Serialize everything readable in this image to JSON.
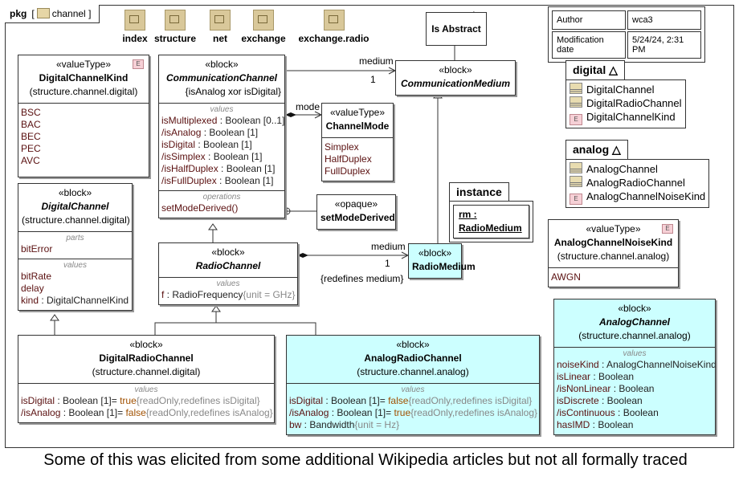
{
  "frame": {
    "kind": "pkg",
    "name": "channel"
  },
  "packages": [
    "index",
    "structure",
    "net",
    "exchange",
    "exchange.radio"
  ],
  "note": {
    "text": "Is Abstract"
  },
  "meta": [
    {
      "key": "Author",
      "value": "wca3"
    },
    {
      "key": "Modification date",
      "value": "5/24/24, 2:31 PM"
    }
  ],
  "legend_packages": [
    {
      "name": "digital",
      "members": [
        {
          "icon": "block",
          "name": "DigitalChannel"
        },
        {
          "icon": "enum",
          "name": "DigitalRadioChannel",
          "iconOverride": "block"
        },
        {
          "icon": "enum",
          "name": "DigitalChannelKind"
        }
      ]
    },
    {
      "name": "analog",
      "members": [
        {
          "icon": "block",
          "name": "AnalogChannel"
        },
        {
          "icon": "block",
          "name": "AnalogRadioChannel"
        },
        {
          "icon": "enum",
          "name": "AnalogChannelNoiseKind"
        }
      ]
    }
  ],
  "instance": {
    "tab": "instance",
    "spec": "rm : RadioMedium"
  },
  "blocks": {
    "DigitalChannelKind": {
      "stereotype": "«valueType»",
      "name": "DigitalChannelKind",
      "enum": true,
      "context": "(structure.channel.digital)",
      "compartments": [
        {
          "label": "",
          "items": [
            {
              "n": "BSC"
            },
            {
              "n": "BAC"
            },
            {
              "n": "BEC"
            },
            {
              "n": "PEC"
            },
            {
              "n": "AVC"
            }
          ]
        }
      ]
    },
    "CommunicationChannel": {
      "stereotype": "«block»",
      "name": "CommunicationChannel",
      "abstract": true,
      "constraint": "{isAnalog xor isDigital}",
      "compartments": [
        {
          "label": "values",
          "items": [
            {
              "n": "isMultiplexed",
              "t": " : Boolean [0..1]"
            },
            {
              "n": "/isAnalog",
              "t": " : Boolean [1]"
            },
            {
              "n": "isDigital",
              "t": " : Boolean [1]"
            },
            {
              "n": "/isSimplex",
              "t": " : Boolean [1]"
            },
            {
              "n": "/isHalfDuplex",
              "t": " : Boolean [1]"
            },
            {
              "n": "/isFullDuplex",
              "t": " : Boolean [1]"
            }
          ]
        },
        {
          "label": "operations",
          "items": [
            {
              "n": "setModeDerived()"
            }
          ]
        }
      ]
    },
    "ChannelMode": {
      "stereotype": "«valueType»",
      "name": "ChannelMode",
      "compartments": [
        {
          "label": "",
          "items": [
            {
              "n": "Simplex"
            },
            {
              "n": "HalfDuplex"
            },
            {
              "n": "FullDuplex"
            }
          ]
        }
      ]
    },
    "CommunicationMedium": {
      "stereotype": "«block»",
      "name": "CommunicationMedium",
      "abstract": true,
      "compartments": []
    },
    "DigitalChannel": {
      "stereotype": "«block»",
      "name": "DigitalChannel",
      "abstract": true,
      "context": "(structure.channel.digital)",
      "compartments": [
        {
          "label": "parts",
          "items": [
            {
              "n": "bitError"
            }
          ]
        },
        {
          "label": "values",
          "items": [
            {
              "n": "bitRate"
            },
            {
              "n": "delay"
            },
            {
              "n": "kind",
              "t": " : DigitalChannelKind"
            }
          ]
        }
      ]
    },
    "setModeDerived": {
      "stereotype": "«opaque»",
      "name": "setModeDerived",
      "compartments": []
    },
    "RadioChannel": {
      "stereotype": "«block»",
      "name": "RadioChannel",
      "abstract": true,
      "compartments": [
        {
          "label": "values",
          "items": [
            {
              "n": "f",
              "t": " : RadioFrequency",
              "p": "{unit = GHz}"
            }
          ]
        }
      ]
    },
    "RadioMedium": {
      "stereotype": "«block»",
      "name": "RadioMedium",
      "cyan": true,
      "compartments": []
    },
    "AnalogChannelNoiseKind": {
      "stereotype": "«valueType»",
      "name": "AnalogChannelNoiseKind",
      "enum": true,
      "context": "(structure.channel.analog)",
      "compartments": [
        {
          "label": "",
          "items": [
            {
              "n": "AWGN"
            }
          ]
        }
      ]
    },
    "AnalogChannel": {
      "stereotype": "«block»",
      "name": "AnalogChannel",
      "abstract": true,
      "cyan": true,
      "context": "(structure.channel.analog)",
      "compartments": [
        {
          "label": "values",
          "items": [
            {
              "n": "noiseKind",
              "t": " : AnalogChannelNoiseKind"
            },
            {
              "n": "isLinear",
              "t": " : Boolean"
            },
            {
              "n": "/isNonLinear",
              "t": " : Boolean"
            },
            {
              "n": "isDiscrete ",
              "t": " : Boolean"
            },
            {
              "n": "/isContinuous",
              "t": " : Boolean"
            },
            {
              "n": "hasIMD",
              "t": " : Boolean"
            }
          ]
        }
      ]
    },
    "DigitalRadioChannel": {
      "stereotype": "«block»",
      "name": "DigitalRadioChannel",
      "context": "(structure.channel.digital)",
      "compartments": [
        {
          "label": "values",
          "items": [
            {
              "n": "isDigital",
              "t": " : Boolean [1]= ",
              "d": "true",
              "p": "{readOnly,redefines isDigital}"
            },
            {
              "n": "/isAnalog",
              "t": " : Boolean [1]= ",
              "d": "false",
              "p": "{readOnly,redefines isAnalog}"
            }
          ]
        }
      ]
    },
    "AnalogRadioChannel": {
      "stereotype": "«block»",
      "name": "AnalogRadioChannel",
      "cyan": true,
      "context": "(structure.channel.analog)",
      "compartments": [
        {
          "label": "values",
          "items": [
            {
              "n": "isDigital",
              "t": " : Boolean [1]= ",
              "d": "false",
              "p": "{readOnly,redefines isDigital}"
            },
            {
              "n": "/isAnalog",
              "t": " : Boolean [1]= ",
              "d": "true",
              "p": "{readOnly,redefines isAnalog}"
            },
            {
              "n": "bw",
              "t": " : Bandwidth",
              "p": "{unit = Hz}"
            }
          ]
        }
      ]
    }
  },
  "edge_labels": {
    "medium_role": "medium",
    "medium_mult": "1",
    "mode_role": "mode",
    "radio_medium_role": "medium",
    "radio_medium_mult": "1",
    "radio_medium_constraint": "{redefines medium}"
  },
  "caption": "Some of this was elicited from some additional Wikipedia articles but not all formally traced"
}
